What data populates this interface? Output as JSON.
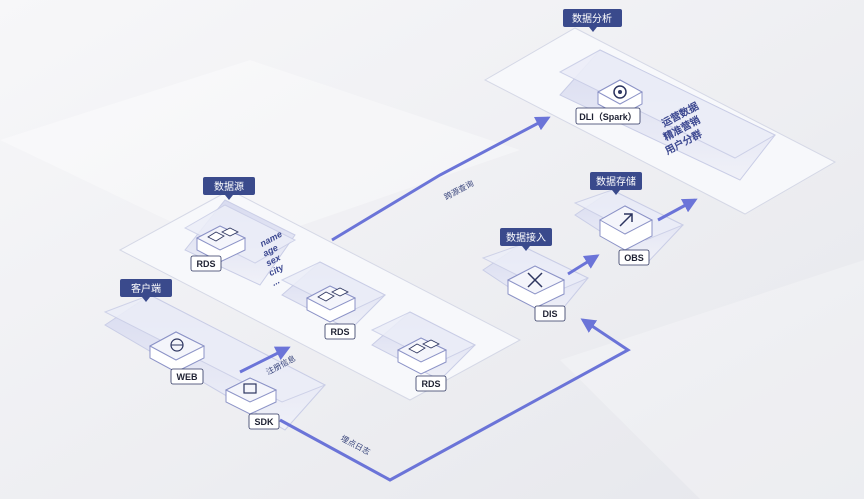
{
  "groups": {
    "analysis": "数据分析",
    "source": "数据源",
    "client": "客户端",
    "ingest": "数据接入",
    "storage": "数据存储"
  },
  "nodes": {
    "dli": "DLI（Spark）",
    "rds1": "RDS",
    "rds2": "RDS",
    "rds3": "RDS",
    "web": "WEB",
    "sdk": "SDK",
    "dis": "DIS",
    "obs": "OBS"
  },
  "rds_fields": [
    "name",
    "age",
    "sex",
    "city",
    "..."
  ],
  "dli_lines": [
    "运营数据",
    "精准营销",
    "用户分群"
  ],
  "flows": {
    "cross_source_query": "跨源查询",
    "register_info": "注册信息",
    "event_log": "埋点日志"
  },
  "colors": {
    "tag": "#3a4a8c",
    "flow": "#6b74d8",
    "platform": "#eceef8",
    "node_top": "#ffffff"
  }
}
